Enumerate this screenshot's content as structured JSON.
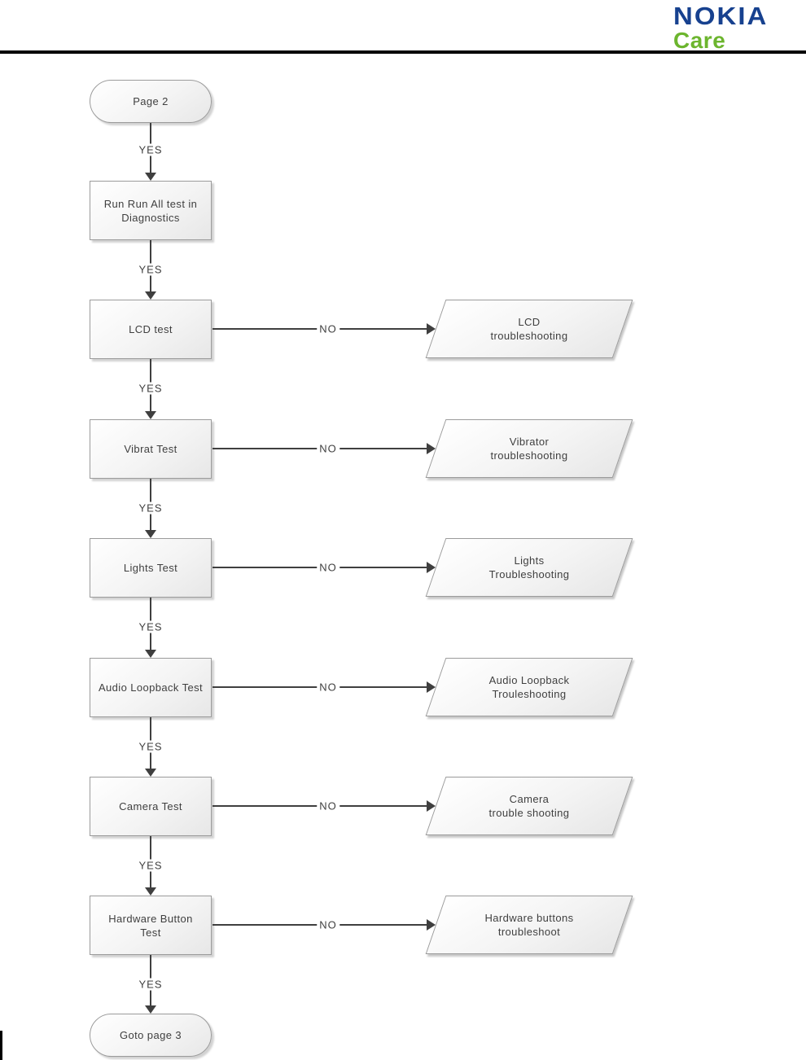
{
  "header": {
    "nokia": "NOKIA",
    "care": "Care",
    "colors": {
      "nokia_blue": "#17418f",
      "care_green": "#6cb52e"
    }
  },
  "flowchart": {
    "start_label": "Page 2",
    "yes_label": "YES",
    "no_label": "NO",
    "run_box_label": "Run Run All test in Diagnostics",
    "rows": [
      {
        "test": "LCD test",
        "trouble1": "LCD",
        "trouble2": "troubleshooting"
      },
      {
        "test": "Vibrat Test",
        "trouble1": "Vibrator",
        "trouble2": "troubleshooting"
      },
      {
        "test": "Lights Test",
        "trouble1": "Lights",
        "trouble2": "Troubleshooting"
      },
      {
        "test": "Audio Loopback Test",
        "trouble1": "Audio Loopback",
        "trouble2": "Trouleshooting"
      },
      {
        "test": "Camera Test",
        "trouble1": "Camera",
        "trouble2": "trouble shooting"
      },
      {
        "test": "Hardware Button Test",
        "trouble1": "Hardware buttons",
        "trouble2": "troubleshoot"
      }
    ],
    "end_label": "Goto page 3"
  }
}
